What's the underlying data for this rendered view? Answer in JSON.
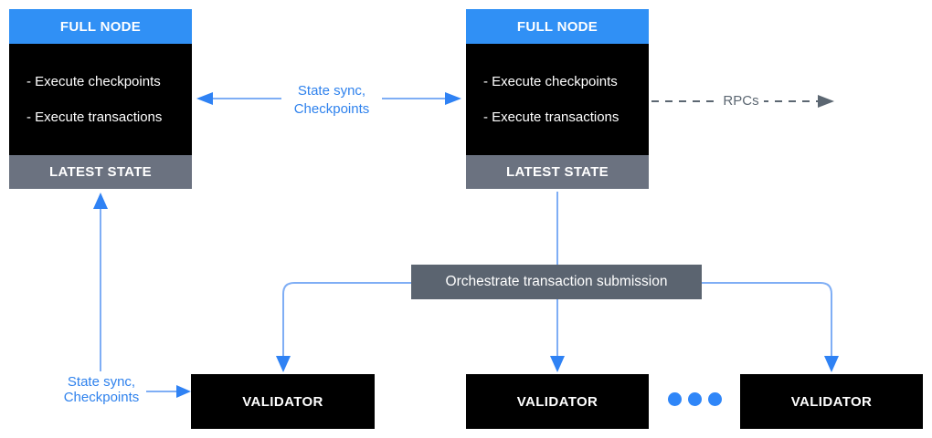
{
  "diagram": {
    "full_node_left": {
      "header": "FULL NODE",
      "body_lines": [
        "- Execute checkpoints",
        "- Execute transactions"
      ],
      "footer": "LATEST STATE"
    },
    "full_node_right": {
      "header": "FULL NODE",
      "body_lines": [
        "- Execute checkpoints",
        "- Execute transactions"
      ],
      "footer": "LATEST STATE"
    },
    "orchestrator": {
      "label": "Orchestrate transaction submission"
    },
    "validators": [
      {
        "label": "VALIDATOR"
      },
      {
        "label": "VALIDATOR"
      },
      {
        "label": "VALIDATOR"
      }
    ],
    "labels": {
      "sync_top_line1": "State sync,",
      "sync_top_line2": "Checkpoints",
      "sync_bottom_line1": "State sync,",
      "sync_bottom_line2": "Checkpoints",
      "rpcs": "RPCs"
    },
    "colors": {
      "header_blue": "#3090F5",
      "box_black": "#000000",
      "latest_state_gray": "#6B7280",
      "orchestrator_gray": "#5B6470",
      "connector_line_blue": "#7FAEF5",
      "arrowhead_blue": "#2F82F4",
      "label_text_blue": "#2F82ED",
      "rpc_gray": "#5C6772"
    }
  }
}
